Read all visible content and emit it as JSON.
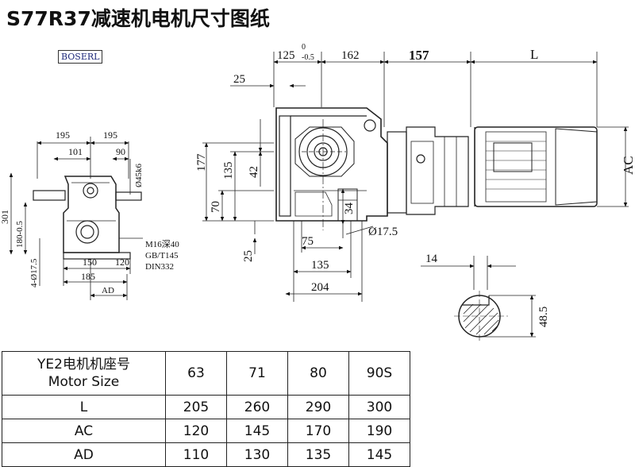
{
  "title": "S77R37减速机电机尺寸图纸",
  "brand": "BOSERL",
  "front_view": {
    "dims": {
      "w195a": "195",
      "w195b": "195",
      "w101": "101",
      "w90": "90",
      "dia45": "Ø45k6",
      "h301": "301",
      "h180": "180-0.5",
      "holes": "4-Ø17.5",
      "thread": "M16深40",
      "std1": "GB/T145",
      "std2": "DIN332",
      "w150": "150",
      "w120": "120",
      "w185": "185",
      "ad": "AD"
    }
  },
  "side_view": {
    "dims": {
      "d25": "25",
      "d125": "125",
      "tol0": "0",
      "tolm05": "-0.5",
      "d162": "162",
      "d157": "157",
      "L": "L",
      "h177": "177",
      "h135": "135",
      "h42": "42",
      "h70": "70",
      "h25": "25",
      "v34": "34",
      "hole": "Ø17.5",
      "w75": "75",
      "w135": "135",
      "w204": "204",
      "AC": "AC"
    }
  },
  "shaft_section": {
    "d14": "14",
    "d485": "48.5"
  },
  "table": {
    "head_cn": "YE2电机机座号",
    "head_en": "Motor Size",
    "columns": [
      "63",
      "71",
      "80",
      "90S"
    ],
    "rows": [
      {
        "label": "L",
        "values": [
          "205",
          "260",
          "290",
          "300"
        ]
      },
      {
        "label": "AC",
        "values": [
          "120",
          "145",
          "170",
          "190"
        ]
      },
      {
        "label": "AD",
        "values": [
          "110",
          "130",
          "135",
          "145"
        ]
      }
    ]
  }
}
